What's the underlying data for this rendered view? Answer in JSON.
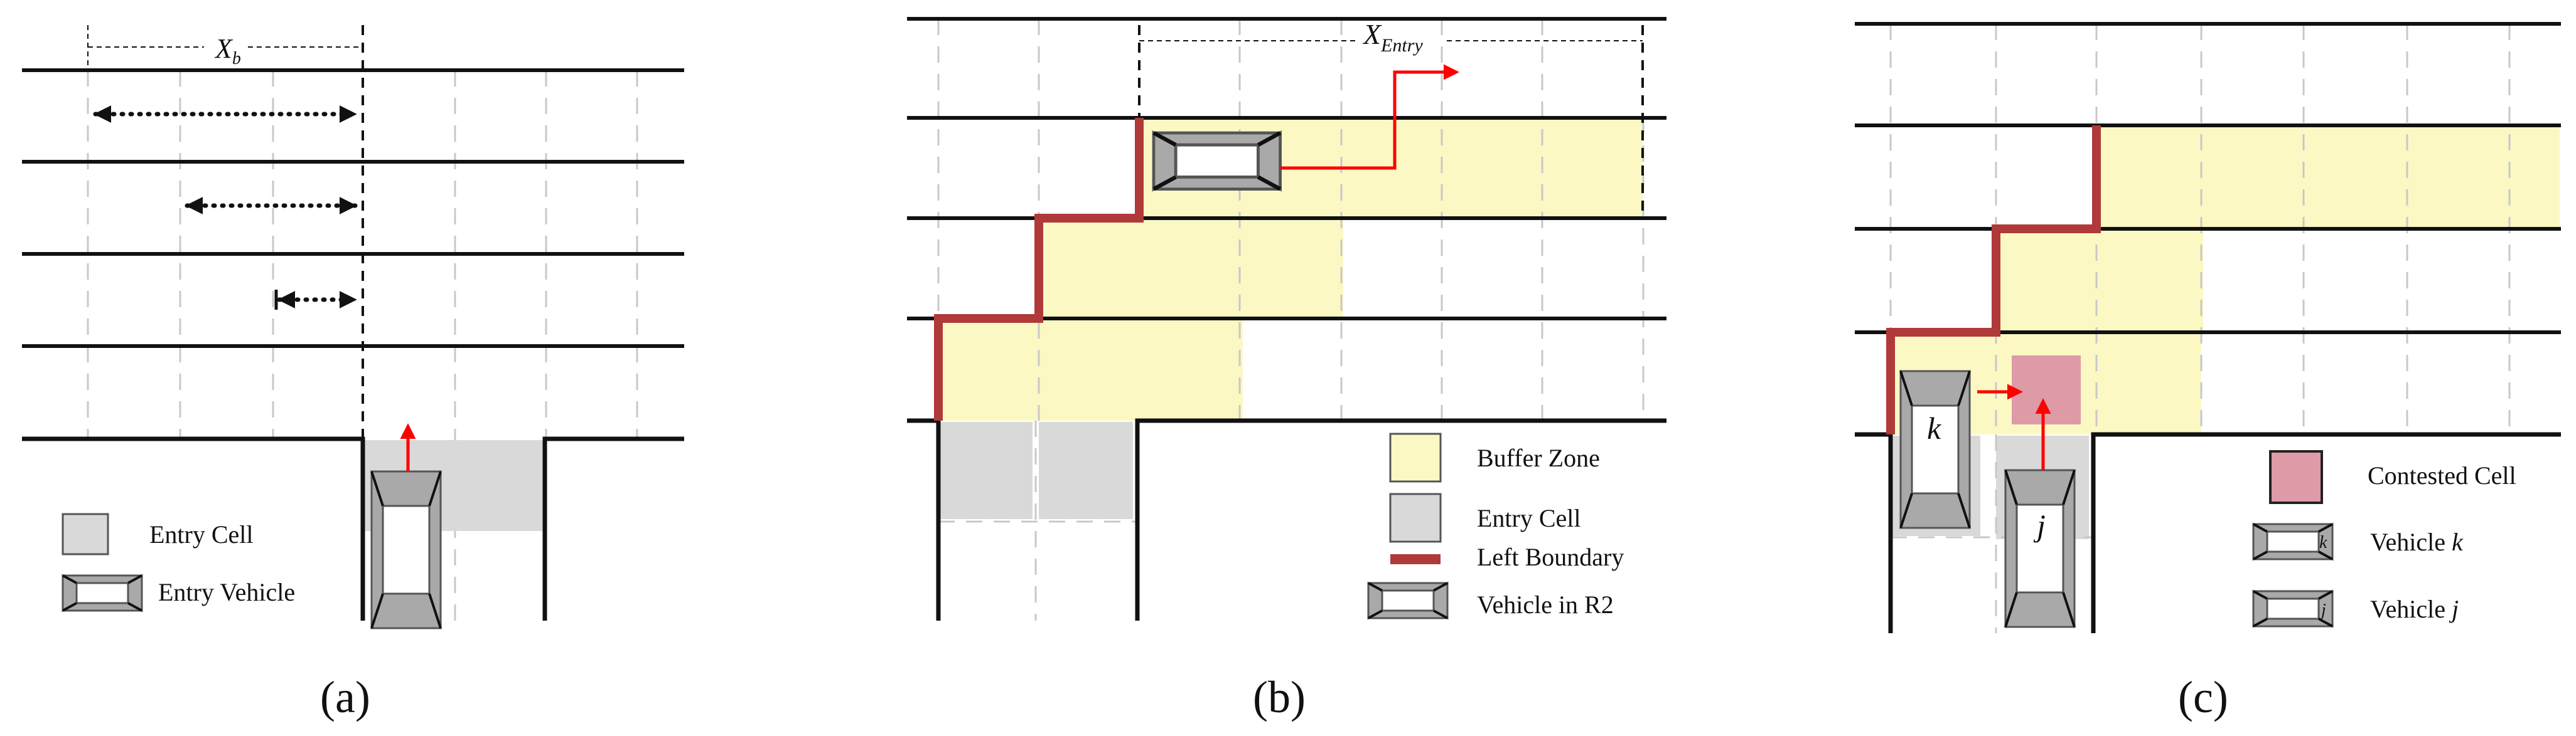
{
  "colors": {
    "buffer_zone": "#fbf8c4",
    "entry_cell": "#d9d9d9",
    "left_boundary": "#b0393a",
    "contested_cell": "#de9aa6",
    "arrow": "#ff0000",
    "vehicle_body": "#a9a9a9"
  },
  "panel_a": {
    "label": "(a)",
    "dimension_label": "X",
    "dimension_sub": "b",
    "legend": {
      "entry_cell": "Entry Cell",
      "entry_vehicle": "Entry Vehicle"
    }
  },
  "panel_b": {
    "label": "(b)",
    "dimension_label": "X",
    "dimension_sub": "Entry",
    "legend": {
      "buffer_zone": "Buffer Zone",
      "entry_cell": "Entry Cell",
      "left_boundary": "Left Boundary",
      "vehicle_in_r2": "Vehicle in R2"
    }
  },
  "panel_c": {
    "label": "(c)",
    "vehicle_k_mark": "k",
    "vehicle_j_mark": "j",
    "legend": {
      "contested_cell": "Contested Cell",
      "vehicle_k": "Vehicle",
      "vehicle_k_var": "k",
      "vehicle_j": "Vehicle",
      "vehicle_j_var": "j"
    }
  }
}
